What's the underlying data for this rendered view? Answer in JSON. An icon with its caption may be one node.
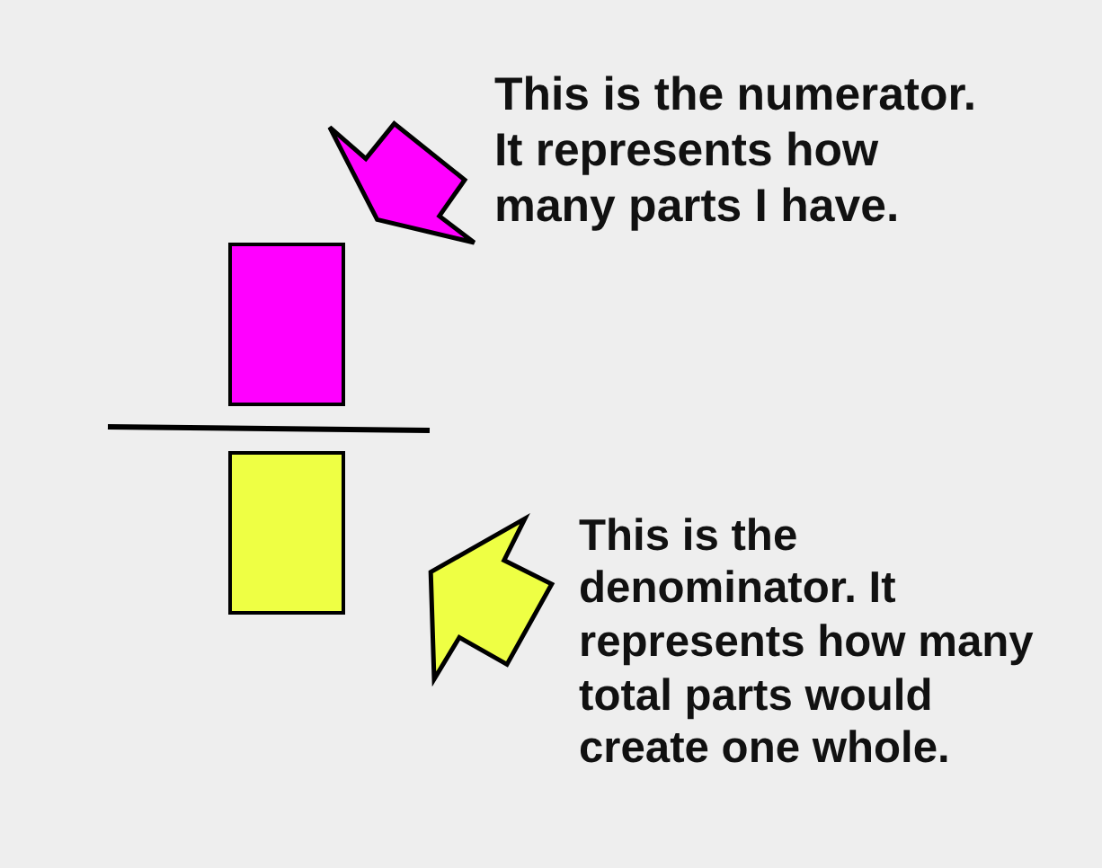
{
  "diagram": {
    "nodes": [
      {
        "text": [
          "This is the numerator. It represents how many parts I have."
        ]
      },
      {
        "text": [],
        "shape": "box"
      },
      {
        "text": [],
        "shape": "box"
      },
      {
        "text": [
          "This is the denominator. It represents how many total parts would create one whole."
        ]
      }
    ],
    "edges": [
      {
        "from": 0,
        "to": 1,
        "arrow": "to",
        "color": "#ff00ff"
      },
      {
        "from": 3,
        "to": 2,
        "arrow": "to",
        "color": "#eeff44"
      }
    ]
  }
}
